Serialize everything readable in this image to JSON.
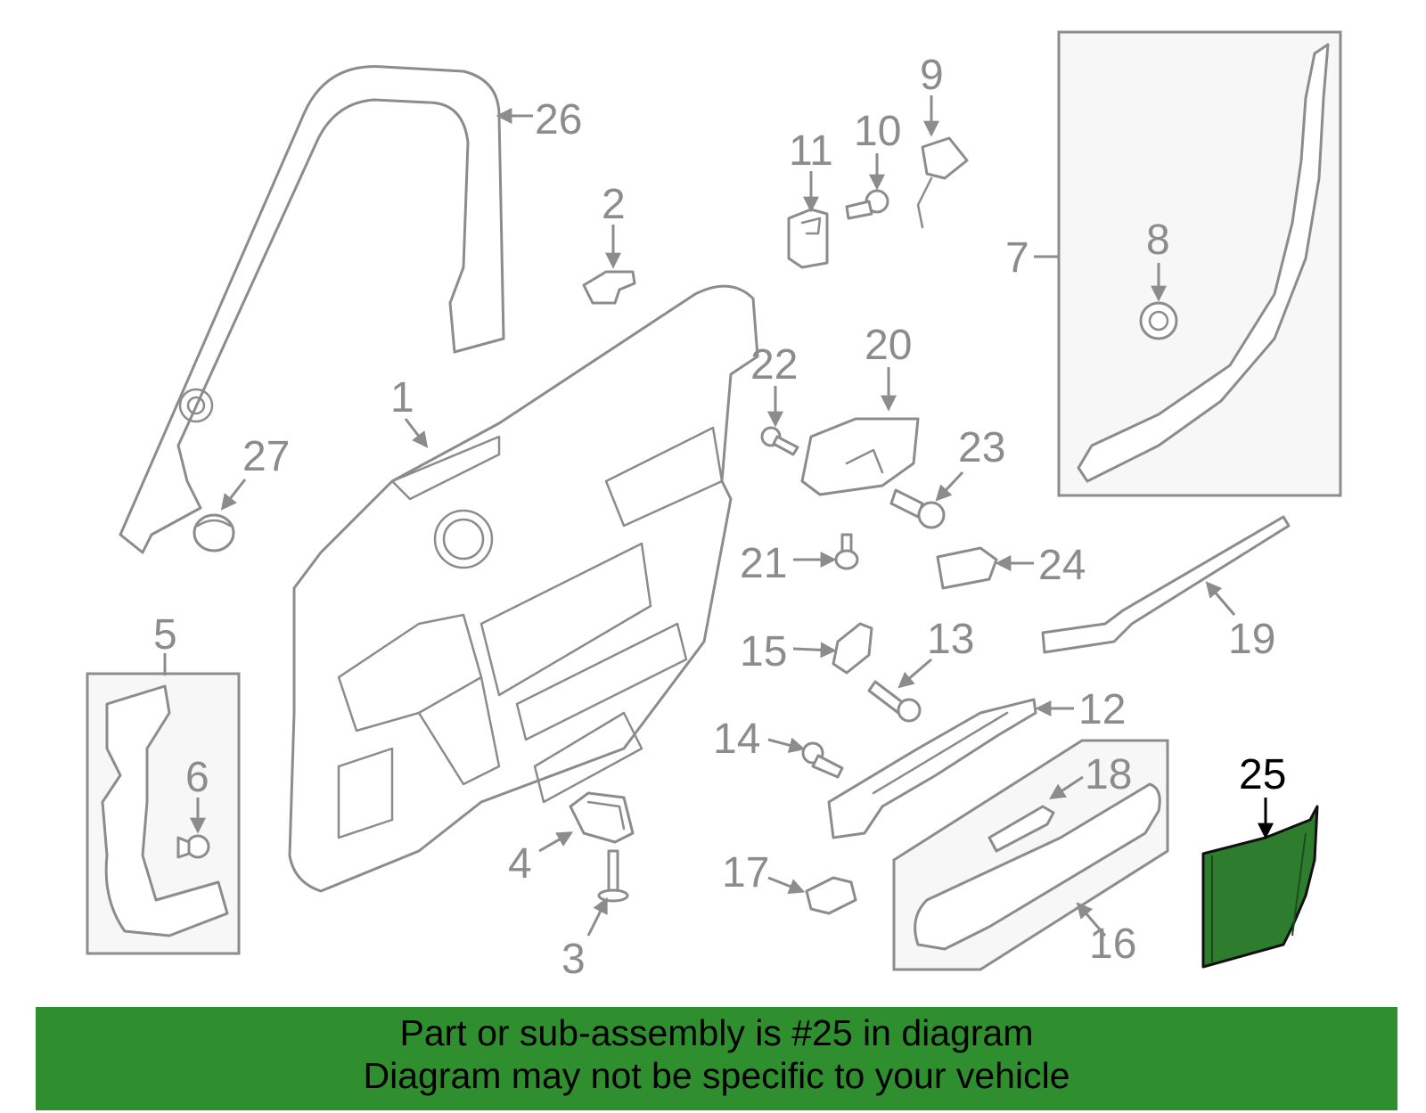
{
  "callouts": {
    "c1": "1",
    "c2": "2",
    "c3": "3",
    "c4": "4",
    "c5": "5",
    "c6": "6",
    "c7": "7",
    "c8": "8",
    "c9": "9",
    "c10": "10",
    "c11": "11",
    "c12": "12",
    "c13": "13",
    "c14": "14",
    "c15": "15",
    "c16": "16",
    "c17": "17",
    "c18": "18",
    "c19": "19",
    "c20": "20",
    "c21": "21",
    "c22": "22",
    "c23": "23",
    "c24": "24",
    "c25": "25",
    "c26": "26",
    "c27": "27"
  },
  "highlight": {
    "part_number": "25",
    "color": "#2e7d2e"
  },
  "banner": {
    "line1": "Part or sub-assembly is #25 in diagram",
    "line2": "Diagram may not be specific to your vehicle",
    "color": "#2f8f2f"
  }
}
